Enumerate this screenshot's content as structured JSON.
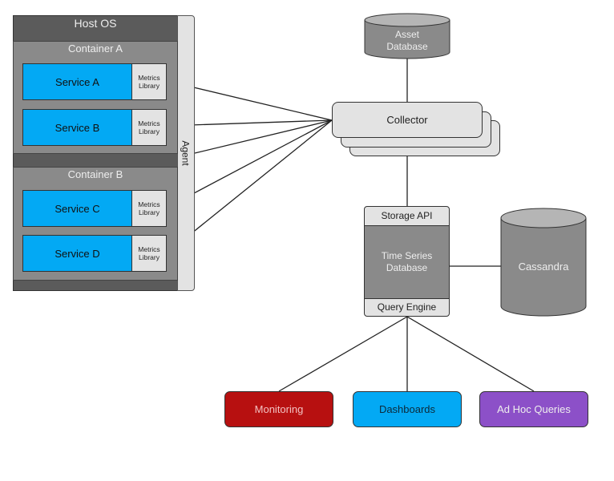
{
  "host": {
    "title": "Host OS",
    "agent_label": "Agent"
  },
  "containers": [
    {
      "title": "Container A",
      "services": [
        {
          "name": "Service A",
          "library": "Metrics Library"
        },
        {
          "name": "Service B",
          "library": "Metrics Library"
        }
      ]
    },
    {
      "title": "Container B",
      "services": [
        {
          "name": "Service C",
          "library": "Metrics Library"
        },
        {
          "name": "Service D",
          "library": "Metrics Library"
        }
      ]
    }
  ],
  "library_lines": [
    "Metrics",
    "Library"
  ],
  "asset_db": {
    "line1": "Asset",
    "line2": "Database"
  },
  "collector": {
    "label": "Collector"
  },
  "tsdb": {
    "top": "Storage API",
    "middle_line1": "Time Series",
    "middle_line2": "Database",
    "bottom": "Query Engine"
  },
  "cassandra": {
    "label": "Cassandra"
  },
  "outputs": [
    {
      "label": "Monitoring",
      "color": "#b71010",
      "text_color": "#f2c0c0"
    },
    {
      "label": "Dashboards",
      "color": "#03a9f4",
      "text_color": "#0d2a3a"
    },
    {
      "label": "Ad Hoc Queries",
      "color": "#8c50c8",
      "text_color": "#eee"
    }
  ],
  "colors": {
    "service": "#03a9f4",
    "dark_gray": "#5b5b5b",
    "mid_gray": "#8a8a8a",
    "light_gray": "#e3e3e3"
  }
}
